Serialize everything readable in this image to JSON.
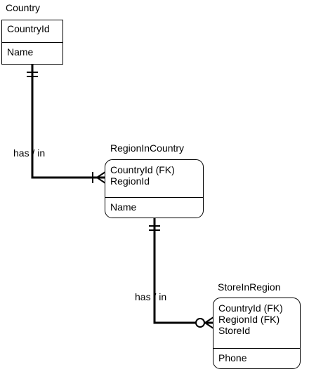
{
  "entities": {
    "country": {
      "name": "Country",
      "keys": [
        "CountryId"
      ],
      "attributes": [
        "Name"
      ]
    },
    "region_in_country": {
      "name": "RegionInCountry",
      "keys": [
        "CountryId (FK)",
        "RegionId"
      ],
      "attributes": [
        "Name"
      ]
    },
    "store_in_region": {
      "name": "StoreInRegion",
      "keys": [
        "CountryId (FK)",
        "RegionId (FK)",
        "StoreId"
      ],
      "attributes": [
        "Phone"
      ]
    }
  },
  "relationships": [
    {
      "from": "Country",
      "to": "RegionInCountry",
      "label": "has / in",
      "from_cardinality": "exactly-one",
      "to_cardinality": "one-or-many"
    },
    {
      "from": "RegionInCountry",
      "to": "StoreInRegion",
      "label": "has / in",
      "from_cardinality": "exactly-one",
      "to_cardinality": "zero-or-many"
    }
  ],
  "colors": {
    "line": "#000000",
    "background": "#ffffff"
  }
}
